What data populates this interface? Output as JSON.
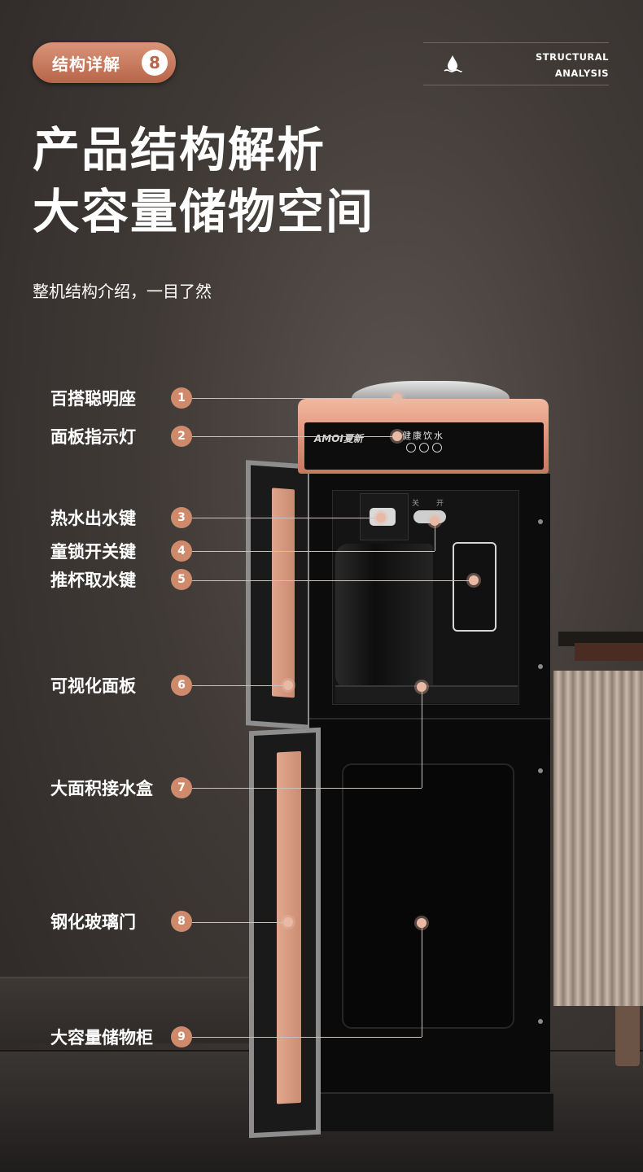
{
  "badge": {
    "label": "结构详解",
    "number": "8"
  },
  "header_en": {
    "line1": "STRUCTURAL",
    "line2": "ANALYSIS",
    "icon": "water-drop-icon"
  },
  "title": {
    "line1": "产品结构解析",
    "line2": "大容量储物空间"
  },
  "subtitle": "整机结构介绍，一目了然",
  "product": {
    "brand": "AMOI夏新",
    "panel_text": "健康饮水",
    "lock_off": "关",
    "lock_on": "开"
  },
  "parts": [
    {
      "num": "1",
      "label": "百搭聪明座"
    },
    {
      "num": "2",
      "label": "面板指示灯"
    },
    {
      "num": "3",
      "label": "热水出水键"
    },
    {
      "num": "4",
      "label": "童锁开关键"
    },
    {
      "num": "5",
      "label": "推杯取水键"
    },
    {
      "num": "6",
      "label": "可视化面板"
    },
    {
      "num": "7",
      "label": "大面积接水盒"
    },
    {
      "num": "8",
      "label": "钢化玻璃门"
    },
    {
      "num": "9",
      "label": "大容量储物柜"
    }
  ],
  "colors": {
    "accent": "#cf8a6c",
    "background": "#403a37",
    "dispenser_body": "#0c0c0c",
    "rose_gold": "#d98e73"
  }
}
